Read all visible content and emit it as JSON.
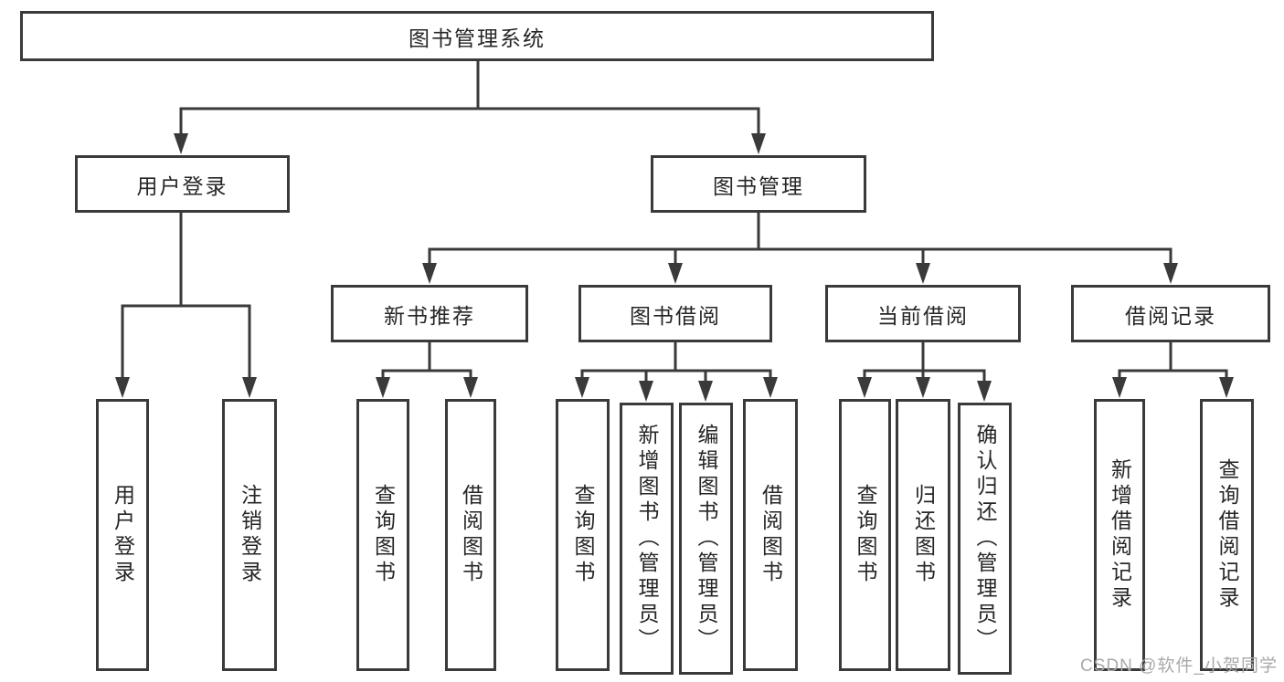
{
  "tree": {
    "label": "图书管理系统",
    "children": [
      {
        "label": "用户登录",
        "children": [
          {
            "label": "用户登录"
          },
          {
            "label": "注销登录"
          }
        ]
      },
      {
        "label": "图书管理",
        "children": [
          {
            "label": "新书推荐",
            "children": [
              {
                "label": "查询图书"
              },
              {
                "label": "借阅图书"
              }
            ]
          },
          {
            "label": "图书借阅",
            "children": [
              {
                "label": "查询图书"
              },
              {
                "label": "新增图书（管理员）"
              },
              {
                "label": "编辑图书（管理员）"
              },
              {
                "label": "借阅图书"
              }
            ]
          },
          {
            "label": "当前借阅",
            "children": [
              {
                "label": "查询图书"
              },
              {
                "label": "归还图书"
              },
              {
                "label": "确认归还（管理员）"
              }
            ]
          },
          {
            "label": "借阅记录",
            "children": [
              {
                "label": "新增借阅记录"
              },
              {
                "label": "查询借阅记录"
              }
            ]
          }
        ]
      }
    ]
  },
  "watermark": {
    "text": "CSDN @软件_小贺同学"
  },
  "colors": {
    "line": "#3a3a3a",
    "box_border": "#3a3a3a",
    "text": "#262626",
    "watermark": "#a9a9a9",
    "background": "#ffffff"
  }
}
